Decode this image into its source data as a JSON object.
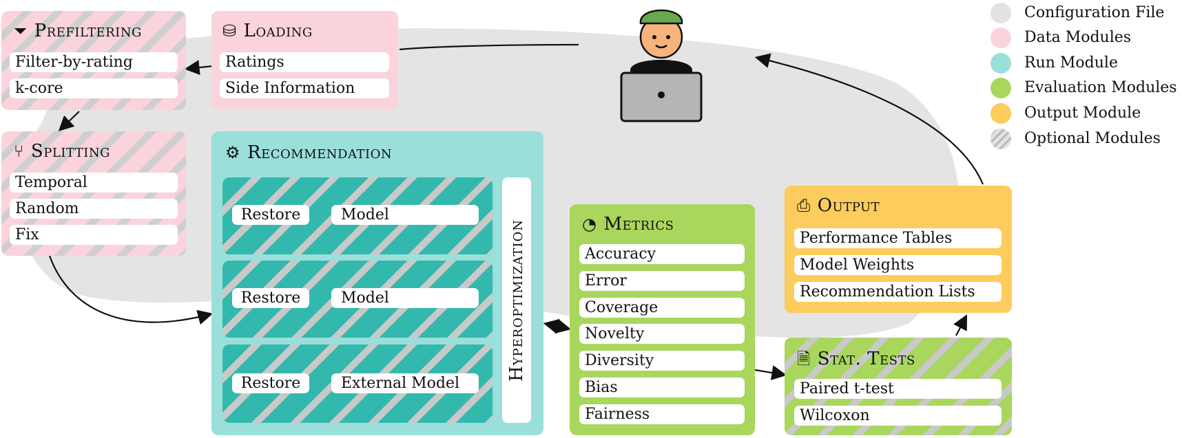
{
  "legend": [
    {
      "label": "Configuration File",
      "color": "#e2e2e2"
    },
    {
      "label": "Data Modules",
      "color": "#fbd3dc"
    },
    {
      "label": "Run Module",
      "color": "#9bdfdb"
    },
    {
      "label": "Evaluation Modules",
      "color": "#a9d65c"
    },
    {
      "label": "Output Module",
      "color": "#fccc5c"
    },
    {
      "label": "Optional Modules",
      "color": "striped"
    }
  ],
  "prefiltering": {
    "title": "Prefiltering",
    "items": [
      "Filter-by-rating",
      "k-core"
    ]
  },
  "loading": {
    "title": "Loading",
    "items": [
      "Ratings",
      "Side Information"
    ]
  },
  "splitting": {
    "title": "Splitting",
    "items": [
      "Temporal",
      "Random",
      "Fix"
    ]
  },
  "recommendation": {
    "title": "Recommendation",
    "rows": [
      {
        "restore": "Restore",
        "model": "Model"
      },
      {
        "restore": "Restore",
        "model": "Model"
      },
      {
        "restore": "Restore",
        "model": "External Model"
      }
    ],
    "hyperopt": "Hyperoptimization"
  },
  "metrics": {
    "title": "Metrics",
    "items": [
      "Accuracy",
      "Error",
      "Coverage",
      "Novelty",
      "Diversity",
      "Bias",
      "Fairness"
    ]
  },
  "output": {
    "title": "Output",
    "items": [
      "Performance Tables",
      "Model Weights",
      "Recommendation Lists"
    ]
  },
  "stat_tests": {
    "title": "Stat. Tests",
    "items": [
      "Paired t-test",
      "Wilcoxon"
    ]
  }
}
